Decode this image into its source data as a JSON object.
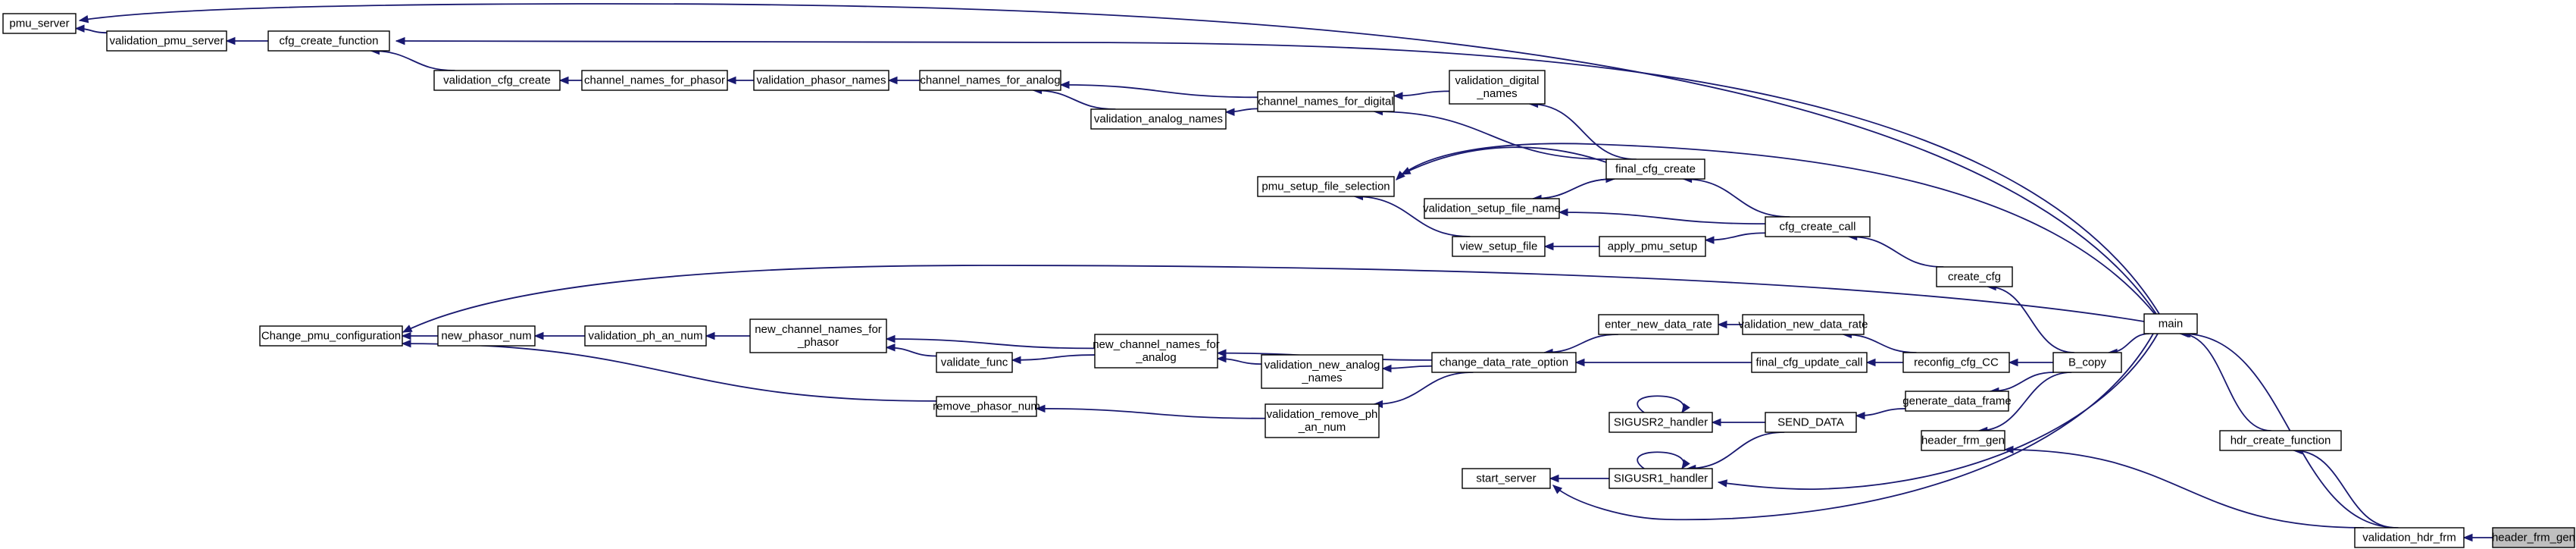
{
  "colors": {
    "edge": "#191970",
    "node_border": "#000000",
    "node_fill": "#ffffff",
    "current_node_fill": "#bfbfbf"
  },
  "nodes": [
    {
      "id": "pmu_server",
      "lines": [
        "pmu_server"
      ]
    },
    {
      "id": "validation_pmu_server",
      "lines": [
        "validation_pmu_server"
      ]
    },
    {
      "id": "cfg_create_function",
      "lines": [
        "cfg_create_function"
      ]
    },
    {
      "id": "validation_cfg_create",
      "lines": [
        "validation_cfg_create"
      ]
    },
    {
      "id": "channel_names_for_phasor",
      "lines": [
        "channel_names_for_phasor"
      ]
    },
    {
      "id": "validation_phasor_names",
      "lines": [
        "validation_phasor_names"
      ]
    },
    {
      "id": "channel_names_for_analog",
      "lines": [
        "channel_names_for_analog"
      ]
    },
    {
      "id": "validation_analog_names",
      "lines": [
        "validation_analog_names"
      ]
    },
    {
      "id": "channel_names_for_digital",
      "lines": [
        "channel_names_for_digital"
      ]
    },
    {
      "id": "validation_digital_names",
      "lines": [
        "validation_digital",
        "_names"
      ]
    },
    {
      "id": "pmu_setup_file_selection",
      "lines": [
        "pmu_setup_file_selection"
      ]
    },
    {
      "id": "final_cfg_create",
      "lines": [
        "final_cfg_create"
      ]
    },
    {
      "id": "validation_setup_file_name",
      "lines": [
        "validation_setup_file_name"
      ]
    },
    {
      "id": "view_setup_file",
      "lines": [
        "view_setup_file"
      ]
    },
    {
      "id": "apply_pmu_setup",
      "lines": [
        "apply_pmu_setup"
      ]
    },
    {
      "id": "cfg_create_call",
      "lines": [
        "cfg_create_call"
      ]
    },
    {
      "id": "Change_pmu_configuration",
      "lines": [
        "Change_pmu_configuration"
      ]
    },
    {
      "id": "new_phasor_num",
      "lines": [
        "new_phasor_num"
      ]
    },
    {
      "id": "validation_ph_an_num",
      "lines": [
        "validation_ph_an_num"
      ]
    },
    {
      "id": "new_channel_names_for_phasor",
      "lines": [
        "new_channel_names_for",
        "_phasor"
      ]
    },
    {
      "id": "validate_func",
      "lines": [
        "validate_func"
      ]
    },
    {
      "id": "new_channel_names_for_analog",
      "lines": [
        "new_channel_names_for",
        "_analog"
      ]
    },
    {
      "id": "validation_new_analog_names",
      "lines": [
        "validation_new_analog",
        "_names"
      ]
    },
    {
      "id": "remove_phasor_num",
      "lines": [
        "remove_phasor_num"
      ]
    },
    {
      "id": "validation_remove_ph_an_num",
      "lines": [
        "validation_remove_ph",
        "_an_num"
      ]
    },
    {
      "id": "change_data_rate_option",
      "lines": [
        "change_data_rate_option"
      ]
    },
    {
      "id": "enter_new_data_rate",
      "lines": [
        "enter_new_data_rate"
      ]
    },
    {
      "id": "validation_new_data_rate",
      "lines": [
        "validation_new_data_rate"
      ]
    },
    {
      "id": "final_cfg_update_call",
      "lines": [
        "final_cfg_update_call"
      ]
    },
    {
      "id": "create_cfg",
      "lines": [
        "create_cfg"
      ]
    },
    {
      "id": "reconfig_cfg_CC",
      "lines": [
        "reconfig_cfg_CC"
      ]
    },
    {
      "id": "generate_data_frame",
      "lines": [
        "generate_data_frame"
      ]
    },
    {
      "id": "SIGUSR2_handler",
      "lines": [
        "SIGUSR2_handler"
      ]
    },
    {
      "id": "SEND_DATA",
      "lines": [
        "SEND_DATA"
      ]
    },
    {
      "id": "SIGUSR1_handler",
      "lines": [
        "SIGUSR1_handler"
      ]
    },
    {
      "id": "start_server",
      "lines": [
        "start_server"
      ]
    },
    {
      "id": "header_frm_gen",
      "lines": [
        "header_frm_gen"
      ]
    },
    {
      "id": "B_copy",
      "lines": [
        "B_copy"
      ]
    },
    {
      "id": "main",
      "lines": [
        "main"
      ]
    },
    {
      "id": "hdr_create_function",
      "lines": [
        "hdr_create_function"
      ]
    },
    {
      "id": "validation_hdr_frm",
      "lines": [
        "validation_hdr_frm"
      ]
    },
    {
      "id": "header_frm_gen_root",
      "lines": [
        "header_frm_gen"
      ],
      "current": true
    }
  ],
  "edges": [
    {
      "from": "header_frm_gen_root",
      "to": "validation_hdr_frm"
    },
    {
      "from": "validation_hdr_frm",
      "to": "hdr_create_function"
    },
    {
      "from": "validation_hdr_frm",
      "to": "main"
    },
    {
      "from": "validation_hdr_frm",
      "to": "header_frm_gen"
    },
    {
      "from": "hdr_create_function",
      "to": "main"
    },
    {
      "from": "main",
      "to": "pmu_server"
    },
    {
      "from": "main",
      "to": "cfg_create_function"
    },
    {
      "from": "main",
      "to": "pmu_setup_file_selection"
    },
    {
      "from": "main",
      "to": "Change_pmu_configuration"
    },
    {
      "from": "main",
      "to": "SIGUSR1_handler"
    },
    {
      "from": "main",
      "to": "start_server"
    },
    {
      "from": "main",
      "to": "B_copy"
    },
    {
      "from": "B_copy",
      "to": "reconfig_cfg_CC"
    },
    {
      "from": "B_copy",
      "to": "create_cfg"
    },
    {
      "from": "B_copy",
      "to": "generate_data_frame"
    },
    {
      "from": "B_copy",
      "to": "header_frm_gen"
    },
    {
      "from": "create_cfg",
      "to": "cfg_create_call"
    },
    {
      "from": "cfg_create_call",
      "to": "final_cfg_create"
    },
    {
      "from": "cfg_create_call",
      "to": "validation_setup_file_name"
    },
    {
      "from": "cfg_create_call",
      "to": "apply_pmu_setup"
    },
    {
      "from": "apply_pmu_setup",
      "to": "view_setup_file"
    },
    {
      "from": "view_setup_file",
      "to": "pmu_setup_file_selection"
    },
    {
      "from": "validation_setup_file_name",
      "to": "final_cfg_create"
    },
    {
      "from": "final_cfg_create",
      "to": "validation_setup_file_name"
    },
    {
      "from": "final_cfg_create",
      "to": "channel_names_for_digital"
    },
    {
      "from": "final_cfg_create",
      "to": "validation_digital_names"
    },
    {
      "from": "final_cfg_create",
      "to": "pmu_setup_file_selection"
    },
    {
      "from": "validation_digital_names",
      "to": "channel_names_for_digital"
    },
    {
      "from": "channel_names_for_digital",
      "to": "channel_names_for_analog"
    },
    {
      "from": "channel_names_for_digital",
      "to": "validation_analog_names"
    },
    {
      "from": "validation_analog_names",
      "to": "channel_names_for_analog"
    },
    {
      "from": "channel_names_for_analog",
      "to": "validation_phasor_names"
    },
    {
      "from": "validation_phasor_names",
      "to": "channel_names_for_phasor"
    },
    {
      "from": "channel_names_for_phasor",
      "to": "validation_cfg_create"
    },
    {
      "from": "validation_cfg_create",
      "to": "cfg_create_function"
    },
    {
      "from": "cfg_create_function",
      "to": "validation_pmu_server"
    },
    {
      "from": "validation_pmu_server",
      "to": "pmu_server"
    },
    {
      "from": "reconfig_cfg_CC",
      "to": "validation_new_data_rate"
    },
    {
      "from": "reconfig_cfg_CC",
      "to": "final_cfg_update_call"
    },
    {
      "from": "validation_new_data_rate",
      "to": "enter_new_data_rate"
    },
    {
      "from": "final_cfg_update_call",
      "to": "change_data_rate_option"
    },
    {
      "from": "enter_new_data_rate",
      "to": "change_data_rate_option"
    },
    {
      "from": "change_data_rate_option",
      "to": "validation_new_analog_names"
    },
    {
      "from": "change_data_rate_option",
      "to": "new_channel_names_for_analog"
    },
    {
      "from": "change_data_rate_option",
      "to": "validation_remove_ph_an_num"
    },
    {
      "from": "validation_new_analog_names",
      "to": "new_channel_names_for_analog"
    },
    {
      "from": "validation_remove_ph_an_num",
      "to": "remove_phasor_num"
    },
    {
      "from": "new_channel_names_for_analog",
      "to": "validate_func"
    },
    {
      "from": "new_channel_names_for_analog",
      "to": "new_channel_names_for_phasor"
    },
    {
      "from": "validate_func",
      "to": "new_channel_names_for_phasor"
    },
    {
      "from": "new_channel_names_for_phasor",
      "to": "validation_ph_an_num"
    },
    {
      "from": "validation_ph_an_num",
      "to": "new_phasor_num"
    },
    {
      "from": "new_phasor_num",
      "to": "Change_pmu_configuration"
    },
    {
      "from": "remove_phasor_num",
      "to": "Change_pmu_configuration"
    },
    {
      "from": "generate_data_frame",
      "to": "SEND_DATA"
    },
    {
      "from": "SEND_DATA",
      "to": "SIGUSR2_handler"
    },
    {
      "from": "SEND_DATA",
      "to": "SIGUSR1_handler"
    },
    {
      "from": "SIGUSR2_handler",
      "to": "SIGUSR2_handler"
    },
    {
      "from": "SIGUSR1_handler",
      "to": "SIGUSR1_handler"
    },
    {
      "from": "SIGUSR1_handler",
      "to": "start_server"
    }
  ]
}
